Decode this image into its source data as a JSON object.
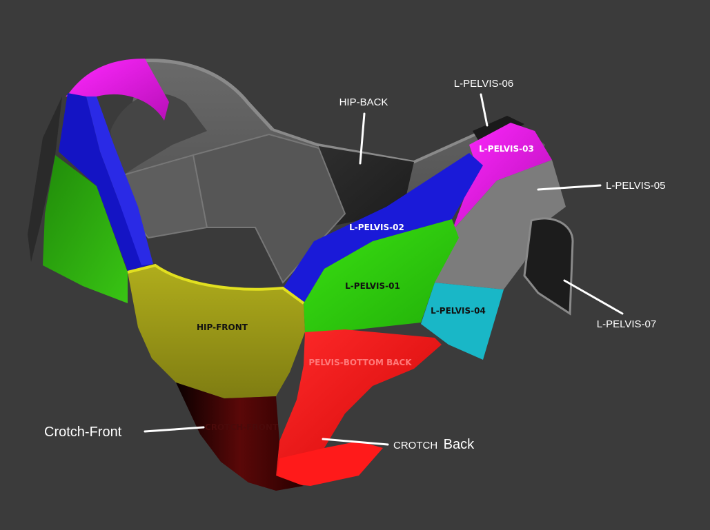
{
  "diagram": {
    "pieces": {
      "hip_front": "HIP-FRONT",
      "l_pelvis_01": "L-PELVIS-01",
      "l_pelvis_02": "L-PELVIS-02",
      "l_pelvis_03": "L-PELVIS-03",
      "l_pelvis_04": "L-PELVIS-04",
      "pelvis_bottom_back": "PELVIS-BOTTOM BACK",
      "crotch_front_piece": "CROTCH-FRONT"
    },
    "callouts": {
      "hip_back": "HIP-BACK",
      "l_pelvis_06": "L-PELVIS-06",
      "l_pelvis_05": "L-PELVIS-05",
      "l_pelvis_07": "L-PELVIS-07",
      "crotch_front": "Crotch-Front",
      "crotch_back_small": "CROTCH",
      "crotch_back_large": "Back"
    },
    "colors": {
      "background": "#3b3b3b",
      "grey_piece": "#5a5a5a",
      "hip_front": "#9b9a1a",
      "l_pelvis_01": "#2fcf0c",
      "l_pelvis_02": "#1a1ad8",
      "l_pelvis_03": "#d21ad2",
      "l_pelvis_04": "#19b7c7",
      "pelvis_bottom_back": "#e80d0d",
      "crotch_front": "#5a0808",
      "side_green": "#2aa80e",
      "side_blue": "#1616c8",
      "side_magenta": "#a818b0"
    }
  }
}
